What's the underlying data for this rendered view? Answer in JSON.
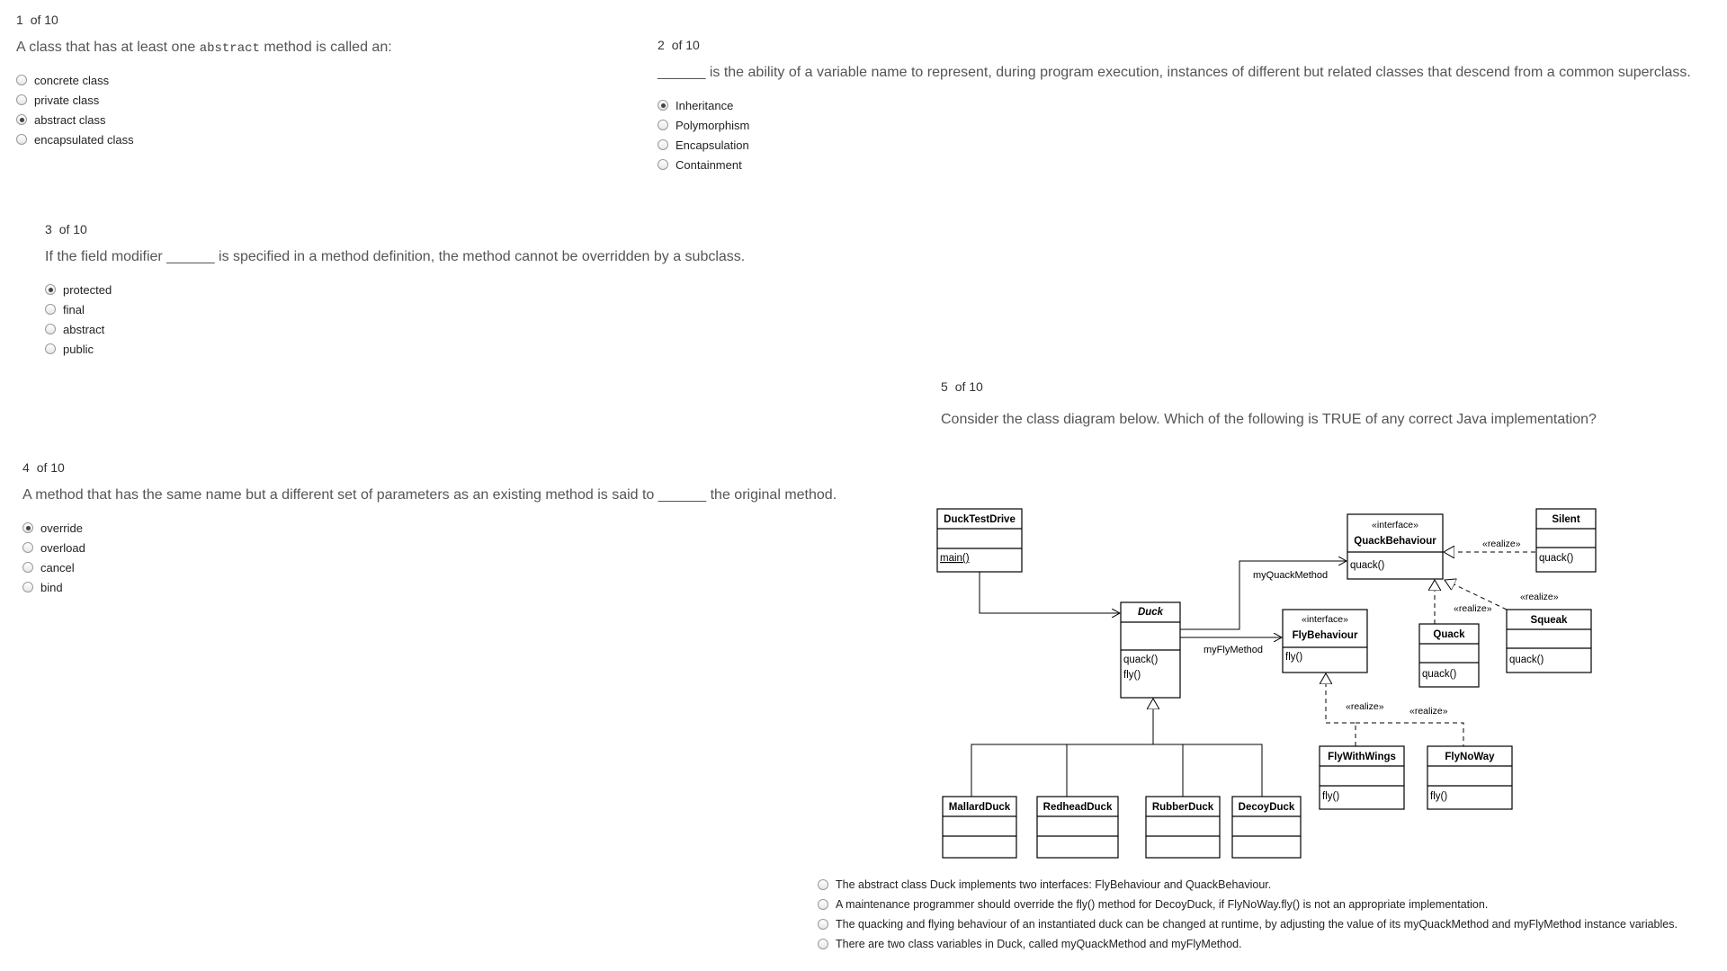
{
  "questions": [
    {
      "number": "1",
      "of": "of 10",
      "text_before": "A class that has at least one ",
      "text_code": "abstract",
      "text_after": " method is called an:",
      "options": [
        "concrete class",
        "private class",
        "abstract class",
        "encapsulated class"
      ],
      "selected_index": 2
    },
    {
      "number": "2",
      "of": "of 10",
      "text": "______ is the ability of a variable name to represent, during program execution, instances of different but related classes that descend from a common superclass.",
      "options": [
        "Inheritance",
        "Polymorphism",
        "Encapsulation",
        "Containment"
      ],
      "selected_index": 0
    },
    {
      "number": "3",
      "of": "of 10",
      "text": "If the field modifier ______ is specified in a method definition, the method cannot be overridden by a subclass.",
      "options": [
        "protected",
        "final",
        "abstract",
        "public"
      ],
      "selected_index": 0
    },
    {
      "number": "4",
      "of": "of 10",
      "text": "A method that has the same name but a different set of parameters as an existing method is said to ______ the original method.",
      "options": [
        "override",
        "overload",
        "cancel",
        "bind"
      ],
      "selected_index": 0
    },
    {
      "number": "5",
      "of": "of 10",
      "text": "Consider the class diagram below.  Which of the following is TRUE of any correct Java implementation?",
      "options": [
        "The abstract class Duck implements two interfaces: FlyBehaviour and QuackBehaviour.",
        "A maintenance programmer should override the fly() method for DecoyDuck, if FlyNoWay.fly() is not an appropriate implementation.",
        "The quacking and flying behaviour of an instantiated duck can be changed at runtime, by adjusting the value of its myQuackMethod and myFlyMethod instance variables.",
        "There are two class variables in Duck, called myQuackMethod and myFlyMethod."
      ],
      "selected_index": -1
    }
  ],
  "diagram": {
    "classes": {
      "duck_test_drive": {
        "name": "DuckTestDrive",
        "method": "main()"
      },
      "duck": {
        "name": "Duck",
        "method1": "quack()",
        "method2": "fly()"
      },
      "quack_behaviour": {
        "stereotype": "«interface»",
        "name": "QuackBehaviour",
        "method": "quack()"
      },
      "fly_behaviour": {
        "stereotype": "«interface»",
        "name": "FlyBehaviour",
        "method": "fly()"
      },
      "silent": {
        "name": "Silent",
        "method": "quack()"
      },
      "squeak": {
        "name": "Squeak",
        "method": "quack()"
      },
      "quack": {
        "name": "Quack",
        "method": "quack()"
      },
      "fly_with_wings": {
        "name": "FlyWithWings",
        "method": "fly()"
      },
      "fly_no_way": {
        "name": "FlyNoWay",
        "method": "fly()"
      },
      "mallard_duck": {
        "name": "MallardDuck"
      },
      "redhead_duck": {
        "name": "RedheadDuck"
      },
      "rubber_duck": {
        "name": "RubberDuck"
      },
      "decoy_duck": {
        "name": "DecoyDuck"
      }
    },
    "labels": {
      "my_quack_method": "myQuackMethod",
      "my_fly_method": "myFlyMethod",
      "realize": "«realize»"
    }
  }
}
